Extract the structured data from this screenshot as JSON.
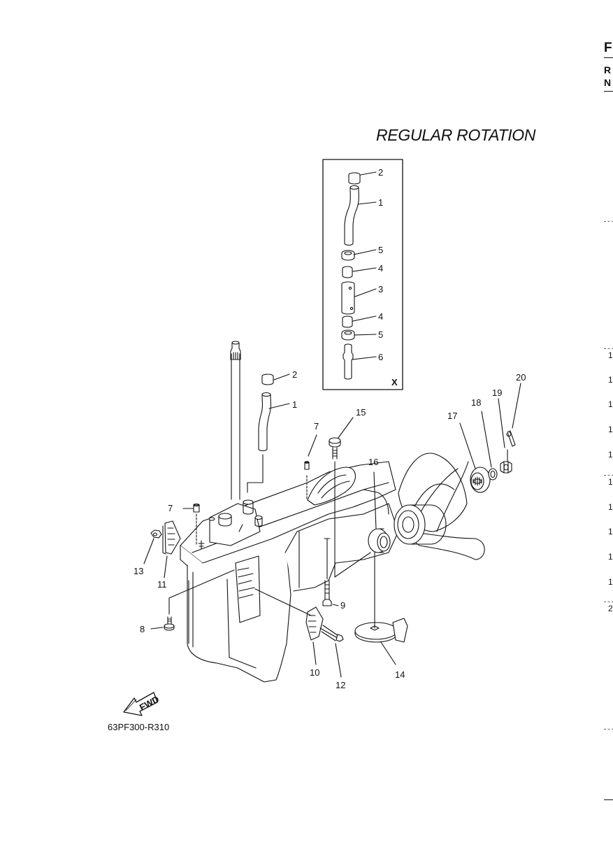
{
  "page": {
    "title": "REGULAR ROTATION",
    "diagram_code": "63PF300-R310",
    "fwd_label": "FWD",
    "inset_marker": "X"
  },
  "edge": {
    "letter_f": "F",
    "letter_r": "R",
    "letter_n": "N",
    "row_marks": [
      "1",
      "1",
      "1",
      "1",
      "1",
      "1",
      "1",
      "1",
      "1",
      "1",
      "2"
    ]
  },
  "callouts": {
    "inset": [
      "2",
      "1",
      "5",
      "4",
      "3",
      "4",
      "5",
      "6"
    ],
    "main": [
      "2",
      "1",
      "7",
      "15",
      "7",
      "16",
      "17",
      "18",
      "19",
      "20",
      "13",
      "11",
      "8",
      "9",
      "10",
      "12",
      "14"
    ]
  }
}
